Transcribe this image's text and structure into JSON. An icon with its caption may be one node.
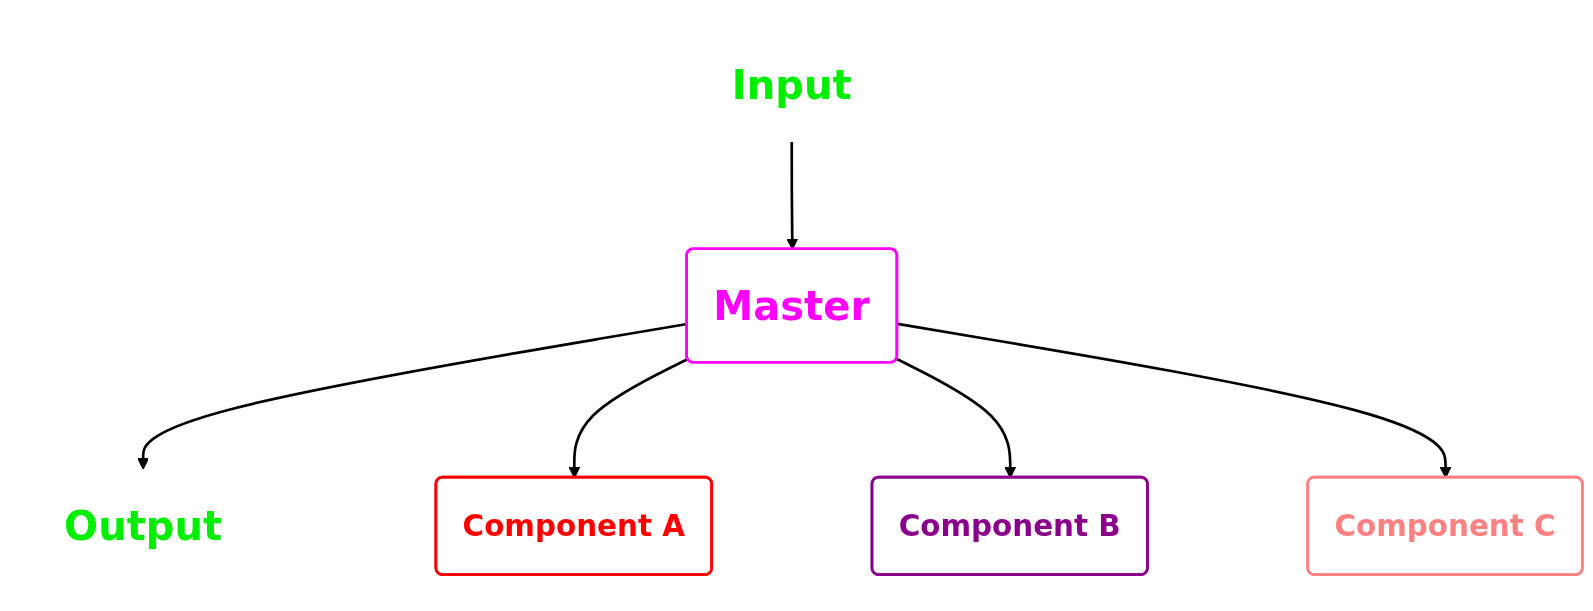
{
  "diagram": {
    "nodes": [
      {
        "text": [
          "Input"
        ]
      },
      {
        "text": [
          "Master"
        ]
      },
      {
        "text": [
          "Output"
        ]
      },
      {
        "text": [
          "Component A"
        ]
      },
      {
        "text": [
          "Component B"
        ]
      },
      {
        "text": [
          "Component C"
        ]
      }
    ],
    "edges": [
      {
        "from": 0,
        "to": 1,
        "arrow": "to"
      },
      {
        "from": 1,
        "to": 2,
        "arrow": "to"
      },
      {
        "from": 1,
        "to": 3,
        "arrow": "to"
      },
      {
        "from": 1,
        "to": 4,
        "arrow": "to"
      },
      {
        "from": 1,
        "to": 5,
        "arrow": "to"
      }
    ]
  }
}
